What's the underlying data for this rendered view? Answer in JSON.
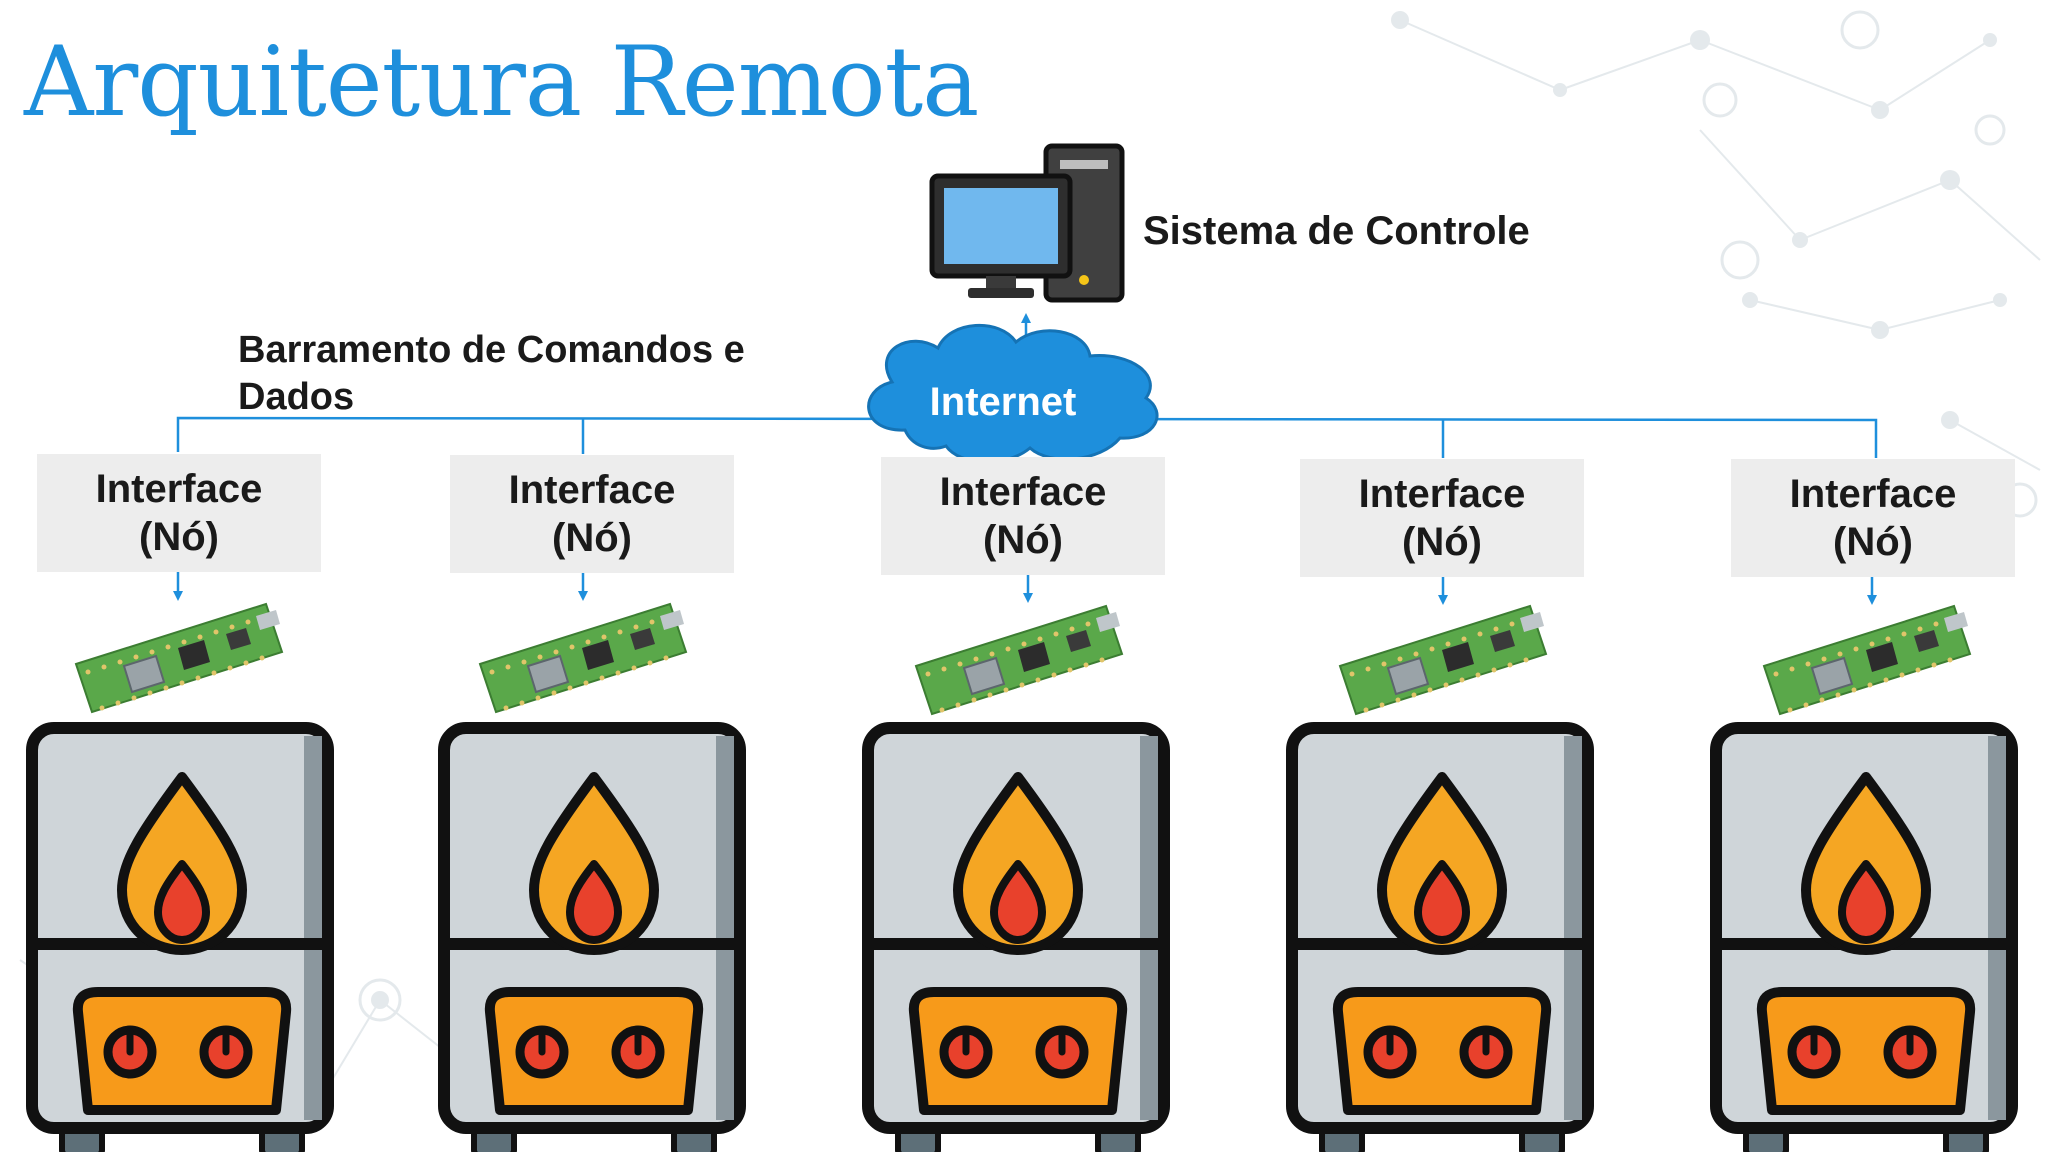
{
  "title": "Arquitetura Remota",
  "control_system": {
    "label": "Sistema de Controle",
    "icon": "desktop-computer-icon"
  },
  "network": {
    "label": "Internet",
    "icon": "cloud-icon"
  },
  "bus": {
    "label": "Barramento de Comandos e Dados"
  },
  "nodes": [
    {
      "line1": "Interface",
      "line2": "(Nó)"
    },
    {
      "line1": "Interface",
      "line2": "(Nó)"
    },
    {
      "line1": "Interface",
      "line2": "(Nó)"
    },
    {
      "line1": "Interface",
      "line2": "(Nó)"
    },
    {
      "line1": "Interface",
      "line2": "(Nó)"
    }
  ],
  "icons": {
    "board": "microcontroller-board-icon",
    "furnace": "furnace-icon"
  },
  "colors": {
    "title": "#1e8fdc",
    "link": "#1e8fdc",
    "cloud": "#1e8fdc",
    "node_box": "#ededed",
    "furnace_body": "#cfd5d9",
    "flame_outer": "#f5a623",
    "flame_inner": "#e8412c",
    "burner_panel": "#f79a1a",
    "board_pcb": "#5aa84a"
  }
}
